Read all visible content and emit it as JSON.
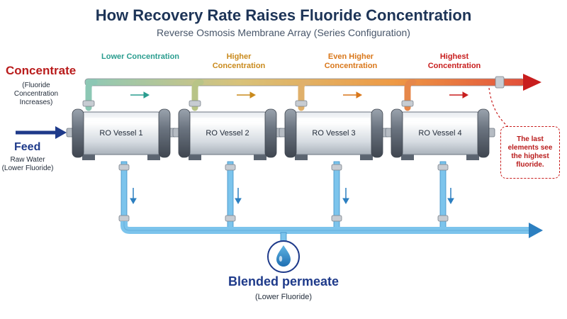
{
  "title": "How Recovery Rate Raises Fluoride Concentration",
  "subtitle": "Reverse Osmosis Membrane Array (Series Configuration)",
  "concentrate": {
    "label": "Concentrate",
    "note": "(Fluoride Concentration Increases)"
  },
  "feed": {
    "label": "Feed",
    "note": "Raw Water (Lower Fluoride)"
  },
  "stages": [
    {
      "label": "Lower Concentration",
      "color": "#2a9d8f"
    },
    {
      "label": "Higher Concentration",
      "color": "#c98a1c"
    },
    {
      "label": "Even Higher Concentration",
      "color": "#d9771a"
    },
    {
      "label": "Highest Concentration",
      "color": "#c81e1e"
    }
  ],
  "vessels": [
    "RO Vessel 1",
    "RO Vessel 2",
    "RO Vessel 3",
    "RO Vessel 4"
  ],
  "callout": "The last elements see the highest fluoride.",
  "permeate": {
    "label": "Blended permeate",
    "note": "(Lower Fluoride)"
  },
  "colors": {
    "feed_arrow": "#1e3a8a",
    "permeate_pipe": "#5fb4e3",
    "permeate_arrow": "#2c7fc0",
    "concentrate_start": "#2a9d8f",
    "concentrate_end": "#c81e1e"
  }
}
